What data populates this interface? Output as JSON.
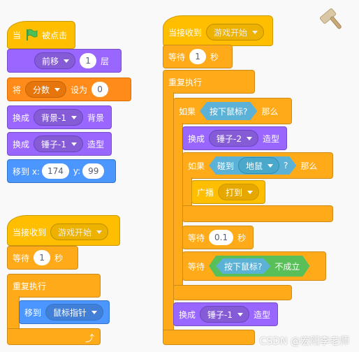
{
  "script1": {
    "when_label": "当",
    "clicked_label": "被点击",
    "move_label": "前移",
    "move_dropdown": "前移",
    "move_value": "1",
    "layer_label": "层",
    "set_label": "将",
    "set_var": "分数",
    "set_to_label": "设为",
    "set_value": "0",
    "switch_bg_label": "换成",
    "bg_value": "背景-1",
    "bg_suffix": "背景",
    "switch_costume_label": "换成",
    "costume_value": "锤子-1",
    "costume_suffix": "造型",
    "goto_label": "移到 x:",
    "x_value": "174",
    "y_label": "y:",
    "y_value": "99"
  },
  "script2": {
    "receive_label": "当接收到",
    "message": "游戏开始",
    "wait_label": "等待",
    "wait_value": "1",
    "sec_label": "秒",
    "forever_label": "重复执行",
    "goto_label": "移到",
    "goto_target": "鼠标指针"
  },
  "script3": {
    "receive_label": "当接收到",
    "message": "游戏开始",
    "wait_label": "等待",
    "wait_value": "1",
    "sec_label": "秒",
    "forever_label": "重复执行",
    "if_label": "如果",
    "mouse_down": "按下鼠标?",
    "then_label": "那么",
    "switch_label": "换成",
    "costume2": "锤子-2",
    "costume_suffix": "造型",
    "if2_label": "如果",
    "touch_label": "碰到",
    "touch_target": "地鼠",
    "touch_q": "?",
    "then2_label": "那么",
    "broadcast_label": "广播",
    "broadcast_msg": "打到",
    "wait2_label": "等待",
    "wait2_value": "0.1",
    "sec2_label": "秒",
    "wait_until_label": "等待",
    "mouse_down2": "按下鼠标?",
    "not_label": "不成立",
    "switch2_label": "换成",
    "costume1": "锤子-1",
    "costume_suffix2": "造型"
  },
  "watermark": "CSDN @宏阳李老师",
  "colors": {
    "events": "#ffbf00",
    "control": "#ffab19",
    "looks": "#9966ff",
    "variables": "#ff8c1a",
    "motion": "#4c97ff",
    "sensing": "#5cb1d6",
    "operators": "#59c059"
  }
}
